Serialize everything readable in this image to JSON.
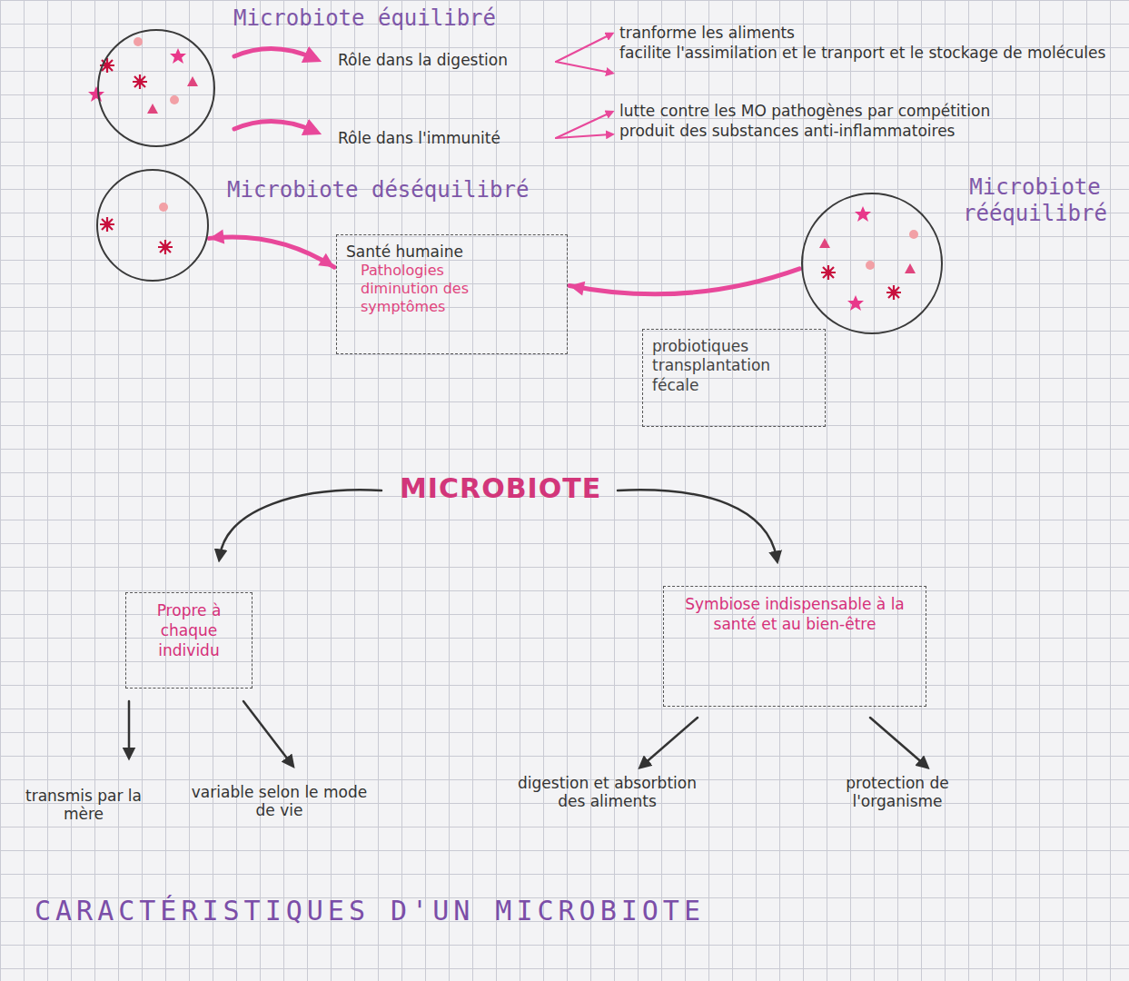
{
  "diagram": {
    "title": "CARACTÉRISTIQUES D'UN MICROBIOTE",
    "nodes": [
      {
        "text": [
          "Microbiote équilibré"
        ]
      },
      {
        "text": [
          "Microbiote déséquilibré"
        ]
      },
      {
        "text": [
          "Santé humaine",
          "Pathologies",
          "diminution des symptômes"
        ]
      },
      {
        "text": [
          "Microbiote rééquilibré"
        ]
      },
      {
        "text": [
          "probiotiques",
          "transplantation fécale"
        ]
      },
      {
        "text": [
          "Propre à chaque individu"
        ]
      },
      {
        "text": [
          "Symbiose indispensable à la santé et au bien-être"
        ]
      }
    ],
    "edges": [
      {
        "from": 1,
        "to": 2,
        "arrow": "both"
      },
      {
        "from": 3,
        "to": 2,
        "arrow": "to"
      }
    ],
    "labels": [
      "Rôle dans la digestion",
      "tranforme les aliments",
      "facilite l'assimilation et le tranport et le stockage de molécules",
      "Rôle dans l'immunité",
      "lutte contre les MO pathogènes par compétition",
      "produit des substances anti-inflammatoires",
      "MICROBIOTE",
      "transmis par la mère",
      "variable selon le mode de vie",
      "digestion et absorbtion des aliments",
      "protection de l'organisme"
    ]
  }
}
